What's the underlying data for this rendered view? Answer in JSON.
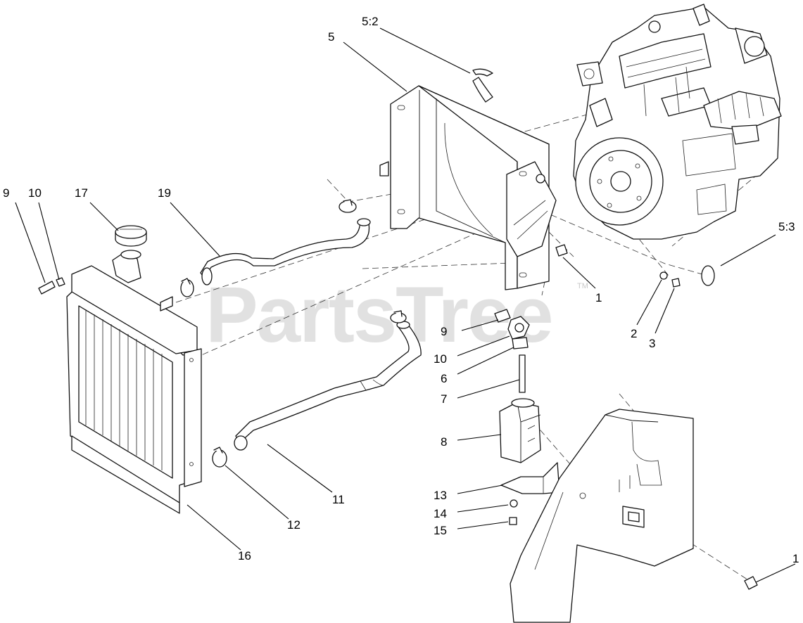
{
  "watermark": {
    "text": "PartsTree",
    "trademark": "TM"
  },
  "callouts": {
    "c1_upper": "1",
    "c1_lower": "1",
    "c2": "2",
    "c3": "3",
    "c5": "5",
    "c5_2": "5:2",
    "c5_3": "5:3",
    "c6": "6",
    "c7": "7",
    "c8": "8",
    "c9_left": "9",
    "c9_right": "9",
    "c10_left": "10",
    "c10_right": "10",
    "c11": "11",
    "c12": "12",
    "c13": "13",
    "c14": "14",
    "c15": "15",
    "c16": "16",
    "c17": "17",
    "c19": "19"
  }
}
